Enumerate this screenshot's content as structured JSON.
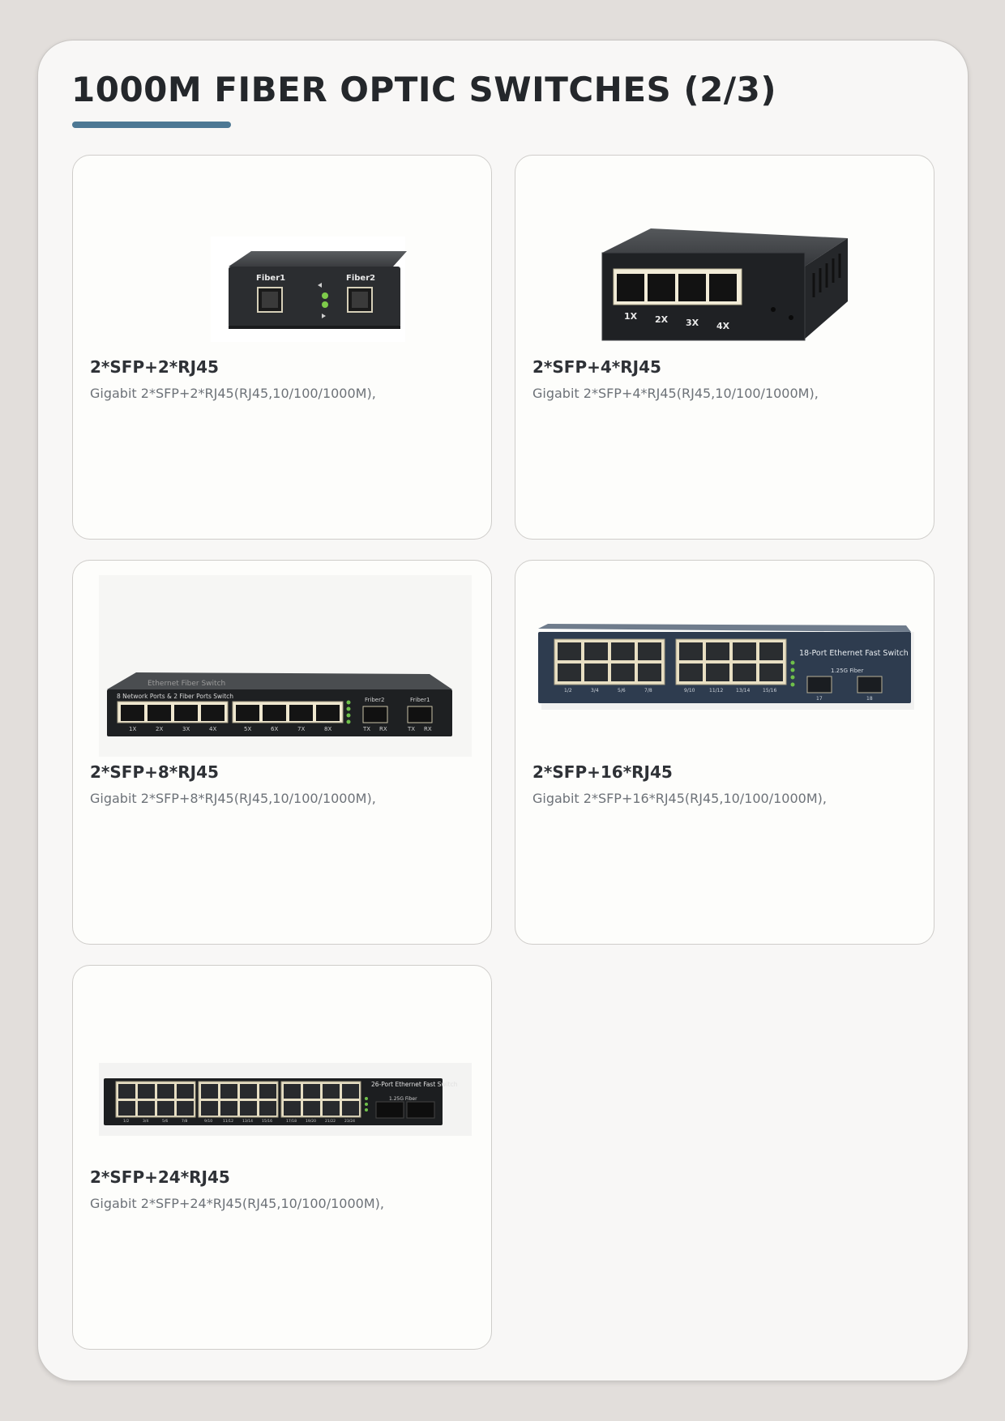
{
  "page": {
    "title": "1000M FIBER OPTIC SWITCHES (2/3)",
    "accent_color": "#4d7894"
  },
  "products": [
    {
      "name": "2*SFP+2*RJ45",
      "description": "Gigabit 2*SFP+2*RJ45(RJ45,10/100/1000M),",
      "image": {
        "icon": "fiber-media-converter-photo",
        "labels": [
          "Fiber1",
          "Fiber2"
        ]
      }
    },
    {
      "name": "2*SFP+4*RJ45",
      "description": "Gigabit 2*SFP+4*RJ45(RJ45,10/100/1000M),",
      "image": {
        "icon": "4-port-switch-photo",
        "labels": [
          "1X",
          "2X",
          "3X",
          "4X"
        ]
      }
    },
    {
      "name": "2*SFP+8*RJ45",
      "description": "Gigabit 2*SFP+8*RJ45(RJ45,10/100/1000M),",
      "image": {
        "icon": "8-port-switch-photo",
        "top_label": "Ethernet Fiber Switch",
        "panel_label": "8 Network Ports & 2 Fiber Ports Switch",
        "port_labels": [
          "1X",
          "2X",
          "3X",
          "4X",
          "5X",
          "6X",
          "7X",
          "8X"
        ],
        "fiber_labels": [
          "Friber2",
          "Friber1"
        ],
        "txrx": [
          "TX",
          "RX"
        ]
      }
    },
    {
      "name": "2*SFP+16*RJ45",
      "description": "Gigabit 2*SFP+16*RJ45(RJ45,10/100/1000M),",
      "image": {
        "icon": "16-port-switch-photo",
        "panel_label": "18-Port Ethernet Fast Switch",
        "fiber_label": "1.25G  Fiber",
        "port_labels": [
          "1/2",
          "3/4",
          "5/6",
          "7/8",
          "9/10",
          "11/12",
          "13/14",
          "15/16",
          "17",
          "18"
        ]
      }
    },
    {
      "name": "2*SFP+24*RJ45",
      "description": "Gigabit 2*SFP+24*RJ45(RJ45,10/100/1000M),",
      "image": {
        "icon": "24-port-switch-photo",
        "panel_label": "26-Port Ethernet Fast Switch",
        "fiber_label": "1.25G Fiber",
        "port_labels": [
          "1/2",
          "3/4",
          "5/6",
          "7/8",
          "9/10",
          "11/12",
          "13/14",
          "15/16",
          "17/18",
          "19/20",
          "21/22",
          "23/24"
        ]
      }
    }
  ]
}
